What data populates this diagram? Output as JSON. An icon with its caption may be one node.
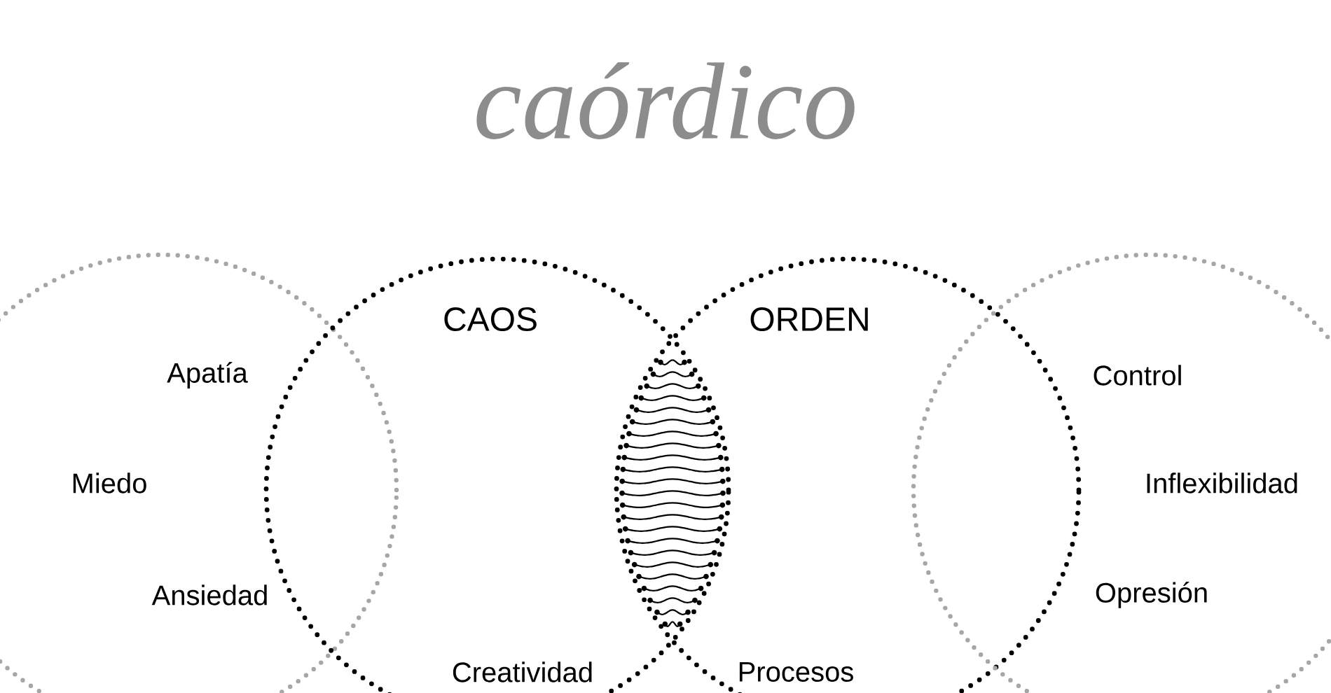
{
  "diagram": {
    "title": "caórdico",
    "nodes": [
      {
        "text": [
          "Apatía",
          "Miedo",
          "Ansiedad"
        ]
      },
      {
        "text": [
          "CAOS",
          "Creatividad"
        ]
      },
      {
        "text": [
          "ORDEN",
          "Procesos"
        ]
      },
      {
        "text": [
          "Control",
          "Inflexibilidad",
          "Opresión"
        ]
      }
    ]
  }
}
